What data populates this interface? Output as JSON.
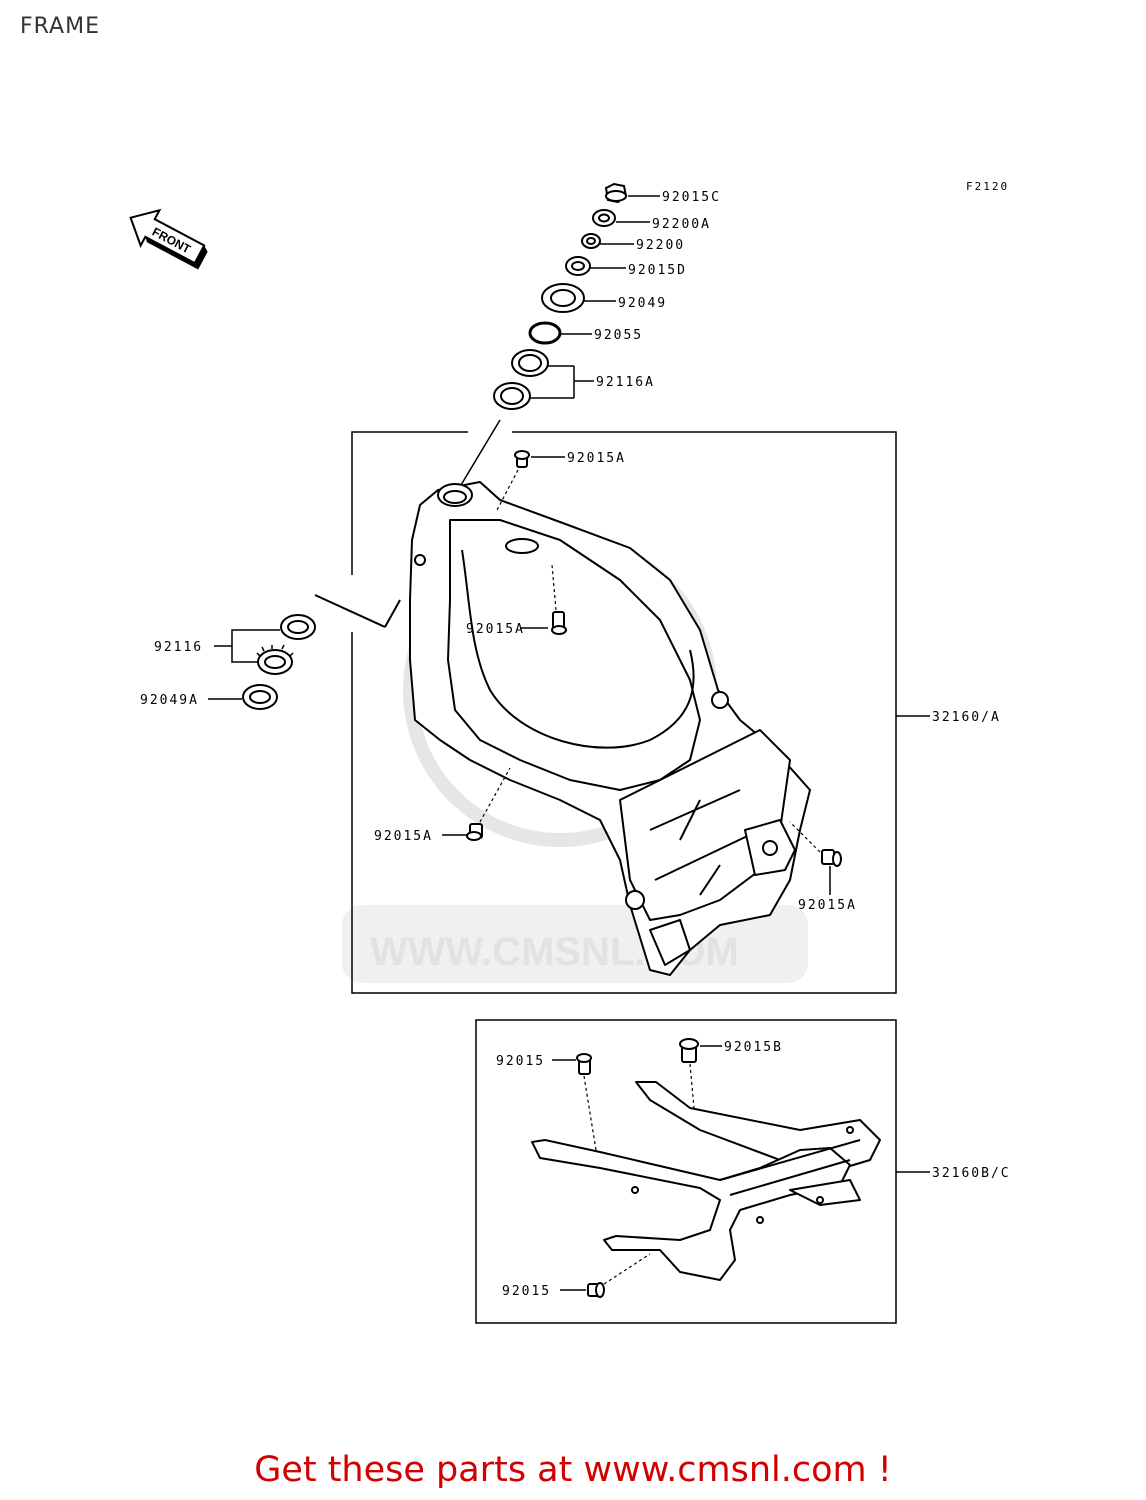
{
  "page": {
    "title": "FRAME"
  },
  "diagram": {
    "ref_code": "F2120",
    "front_label": "FRONT",
    "watermark_text": "WWW.CMSNL.COM",
    "parts": {
      "p92015C": "92015C",
      "p92200A": "92200A",
      "p92200": "92200",
      "p92015D": "92015D",
      "p92049": "92049",
      "p92055": "92055",
      "p92116A": "92116A",
      "p92015A_top": "92015A",
      "p92015A_mid": "92015A",
      "p92015A_left": "92015A",
      "p92015A_right": "92015A",
      "p92116": "92116",
      "p92049A": "92049A",
      "p32160A": "32160/A",
      "p92015_sub_top": "92015",
      "p92015B": "92015B",
      "p32160BC": "32160B/C",
      "p92015_sub_bottom": "92015"
    }
  },
  "footer": {
    "cta_text": "Get these parts at www.cmsnl.com !"
  },
  "colors": {
    "line": "#000000",
    "cta": "#d40000",
    "watermark": "#e2e2e2"
  }
}
